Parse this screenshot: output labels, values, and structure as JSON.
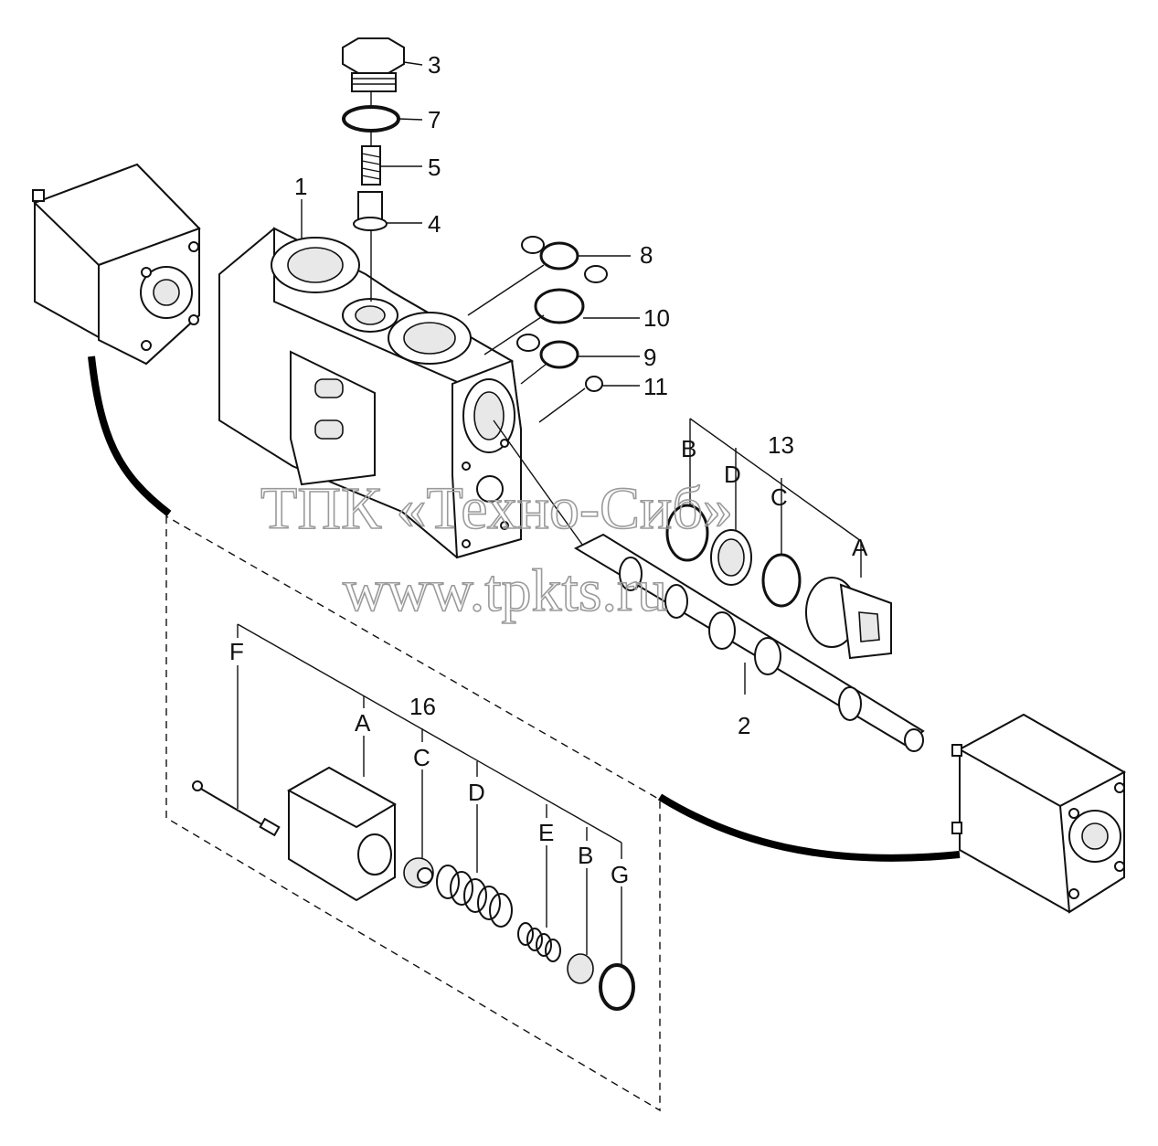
{
  "watermark": {
    "line1": "ТПК «Техно-Сиб»",
    "line2": "www.tpkts.ru"
  },
  "callouts": {
    "p1": "1",
    "p2": "2",
    "p3": "3",
    "p4": "4",
    "p5": "5",
    "p7": "7",
    "p8": "8",
    "p9": "9",
    "p10": "10",
    "p11": "11",
    "p13": "13",
    "p16": "16",
    "g13_B": "B",
    "g13_D": "D",
    "g13_C": "C",
    "g13_A": "A",
    "g16_F": "F",
    "g16_A": "A",
    "g16_C": "C",
    "g16_D": "D",
    "g16_E": "E",
    "g16_B": "B",
    "g16_G": "G"
  }
}
